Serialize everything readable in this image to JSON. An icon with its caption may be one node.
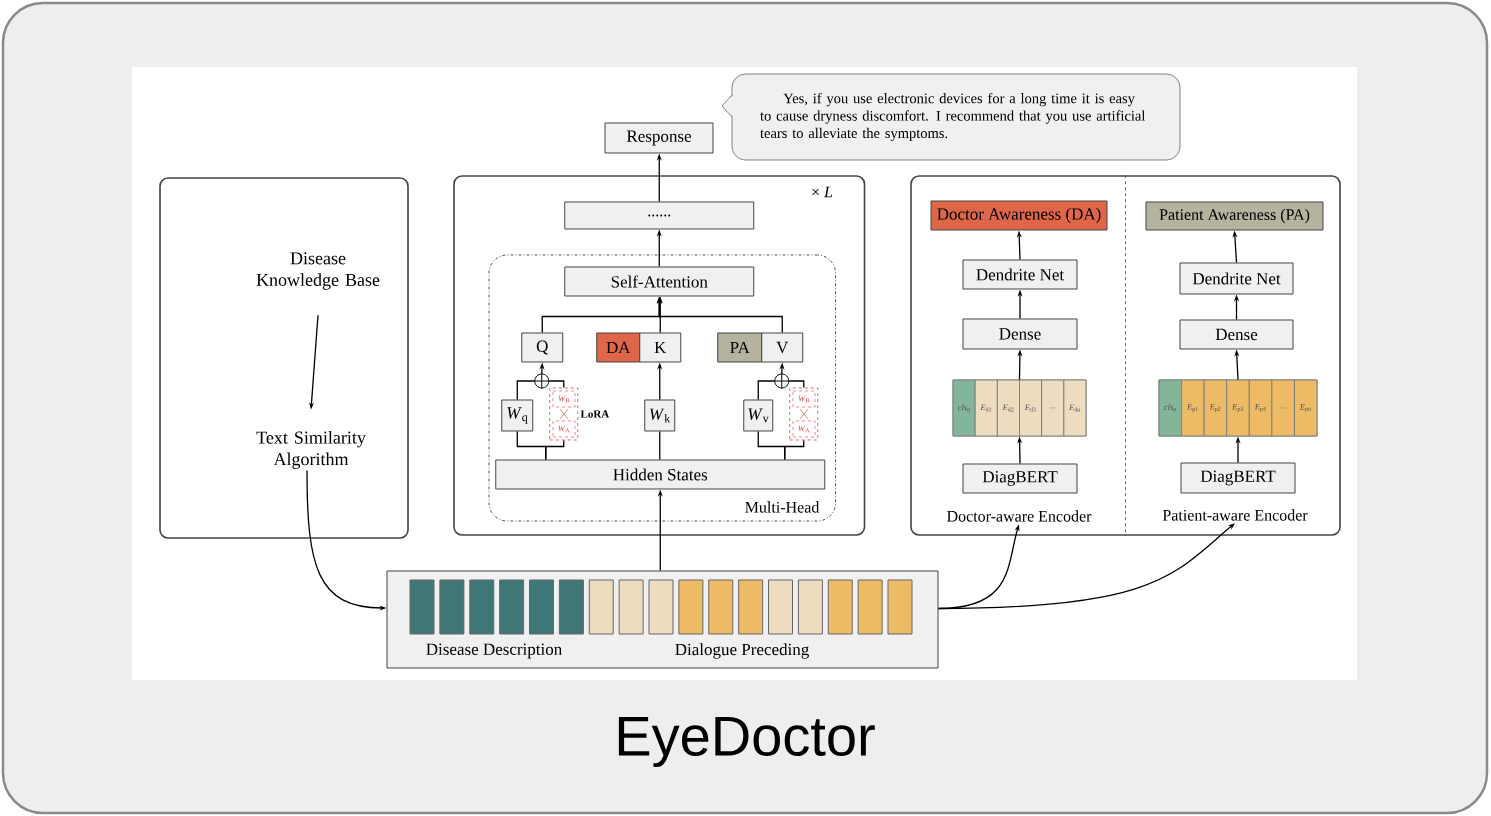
{
  "diagram": {
    "title": "EyeDoctor",
    "nodes": [
      {
        "text": [
          "Response"
        ]
      },
      {
        "text": [
          "Yes, if you use electronic devices for a long time it is easy to cause dryness discomfort. I recommend that you use artificial tears to alleviate the symptoms."
        ]
      },
      {
        "text": [],
        "shape": "box"
      },
      {
        "text": [
          "Disease Knowledge Base"
        ],
        "in": 2
      },
      {
        "text": [
          "Text Similarity Algorithm"
        ],
        "in": 2
      },
      {
        "text": [
          "× *L*"
        ]
      },
      {
        "text": [
          "......"
        ],
        "in": 5
      },
      {
        "text": [
          "Multi-Head"
        ],
        "in": 5
      },
      {
        "text": [
          "Self-Attention"
        ],
        "in": 7
      },
      {
        "text": [
          "Q"
        ],
        "in": 7
      },
      {
        "text": [
          "DA"
        ],
        "in": 7
      },
      {
        "text": [
          "K"
        ],
        "in": 7
      },
      {
        "text": [
          "PA"
        ],
        "in": 7
      },
      {
        "text": [
          "V"
        ],
        "in": 7
      },
      {
        "text": [],
        "shape": "circle",
        "in": 7
      },
      {
        "text": [
          "*W*$_{q}$"
        ],
        "in": 7
      },
      {
        "text": [
          "*W*$_{B}$",
          "*W*$_{A}$"
        ],
        "beside": [
          "LoRA"
        ],
        "in": 7
      },
      {
        "text": [
          "*W*$_{k}$"
        ],
        "in": 7
      },
      {
        "text": [],
        "shape": "circle",
        "in": 7
      },
      {
        "text": [
          "*W*$_{v}$"
        ],
        "in": 7
      },
      {
        "text": [
          "*W*$_{B}$",
          "*W*$_{A}$"
        ],
        "in": 7
      },
      {
        "text": [
          "Hidden States"
        ],
        "in": 7
      },
      {
        "text": [],
        "shape": "box"
      },
      {
        "text": [
          "Doctor Awareness (DA)"
        ],
        "in": 22
      },
      {
        "text": [
          "Dendrite Net"
        ],
        "in": 22
      },
      {
        "text": [
          "Dense"
        ],
        "in": 22
      },
      {
        "text": [
          "*cls*$_{d}$",
          "*E*$_{d1}$",
          "*E*$_{d2}$",
          "*E*$_{d3}$",
          "...",
          "*E*$_{dn}$"
        ],
        "in": 22
      },
      {
        "text": [
          "DiagBERT"
        ],
        "in": 22
      },
      {
        "text": [
          "Doctor-aware Encoder"
        ],
        "in": 22
      },
      {
        "text": [
          "Patient Awareness (PA)"
        ],
        "in": 22
      },
      {
        "text": [
          "Dendrite Net"
        ],
        "in": 22
      },
      {
        "text": [
          "Dense"
        ],
        "in": 22
      },
      {
        "text": [
          "*cls*$_{p}$",
          "*E*$_{p1}$",
          "*E*$_{p2}$",
          "*E*$_{p3}$",
          "*E*$_{p4}$",
          "...",
          "*E*$_{pn}$"
        ],
        "in": 22
      },
      {
        "text": [
          "DiagBERT"
        ],
        "in": 22
      },
      {
        "text": [
          "Patient-aware Encoder"
        ],
        "in": 22
      },
      {
        "text": [
          "Disease Description",
          "Dialogue Preceding"
        ]
      }
    ],
    "edges": [
      {
        "from": 35,
        "to": 21,
        "arrow": "to"
      },
      {
        "from": 21,
        "to": 15,
        "arrow": "none"
      },
      {
        "from": 21,
        "to": 16,
        "arrow": "none"
      },
      {
        "from": 15,
        "to": 14,
        "arrow": "none"
      },
      {
        "from": 16,
        "to": 14,
        "arrow": "none"
      },
      {
        "from": 14,
        "to": 9,
        "arrow": "to"
      },
      {
        "from": 21,
        "to": 17,
        "arrow": "none"
      },
      {
        "from": 17,
        "to": 11,
        "arrow": "to"
      },
      {
        "from": 21,
        "to": 19,
        "arrow": "none"
      },
      {
        "from": 21,
        "to": 20,
        "arrow": "none"
      },
      {
        "from": 19,
        "to": 18,
        "arrow": "none"
      },
      {
        "from": 20,
        "to": 18,
        "arrow": "none"
      },
      {
        "from": 18,
        "to": 13,
        "arrow": "to"
      },
      {
        "from": 9,
        "to": 8,
        "arrow": "to"
      },
      {
        "from": 11,
        "to": 8,
        "arrow": "to"
      },
      {
        "from": 13,
        "to": 8,
        "arrow": "to"
      },
      {
        "from": 8,
        "to": 6,
        "arrow": "to"
      },
      {
        "from": 6,
        "to": 0,
        "arrow": "to"
      },
      {
        "from": 3,
        "to": 4,
        "arrow": "to"
      },
      {
        "from": 4,
        "to": 35,
        "arrow": "to"
      },
      {
        "from": 35,
        "to": 28,
        "arrow": "to"
      },
      {
        "from": 35,
        "to": 34,
        "arrow": "to"
      },
      {
        "from": 27,
        "to": 26,
        "arrow": "to"
      },
      {
        "from": 26,
        "to": 25,
        "arrow": "to"
      },
      {
        "from": 25,
        "to": 24,
        "arrow": "to"
      },
      {
        "from": 24,
        "to": 23,
        "arrow": "to"
      },
      {
        "from": 33,
        "to": 32,
        "arrow": "to"
      },
      {
        "from": 32,
        "to": 31,
        "arrow": "to"
      },
      {
        "from": 31,
        "to": 30,
        "arrow": "to"
      },
      {
        "from": 30,
        "to": 29,
        "arrow": "to"
      }
    ]
  }
}
